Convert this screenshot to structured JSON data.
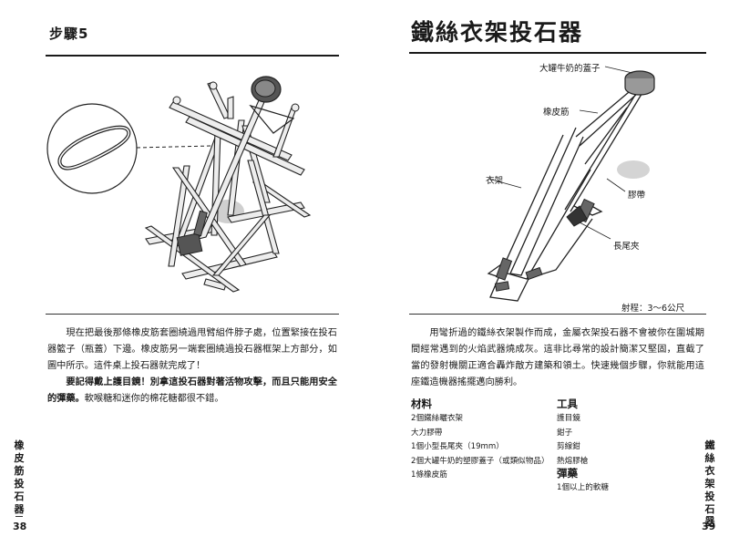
{
  "left_page": {
    "step_title": "步驟5",
    "body_line1": "現在把最後那條橡皮筋套圈繞過甩臂組件脖子處，位置緊接在投石器籃子（瓶蓋）下邊。橡皮筋另一端套圈繞過投石器框架上方部分，如圖中所示。這件桌上投石器就完成了！",
    "body_bold": "要記得戴上護目鏡！別拿這投石器對著活物攻擊，而且只能用安全的彈藥。",
    "body_tail": "軟喉糖和迷你的棉花糖都很不錯。",
    "side_label": "橡皮筋投石器",
    "page_number": "38"
  },
  "right_page": {
    "title": "鐵絲衣架投石器",
    "callouts": {
      "cap": "大罐牛奶的蓋子",
      "rubber": "橡皮筋",
      "hanger": "衣架",
      "tape": "膠帶",
      "clip": "長尾夾"
    },
    "range": "射程：3〜6公尺",
    "intro": "用彎折過的鐵絲衣架製作而成，金屬衣架投石器不會被你在圍城期間經常遇到的火焰武器燒成灰。這非比尋常的設計簡潔又堅固，直截了當的發射機關正適合轟炸敵方建築和領土。快速幾個步驟，你就能用這座鐵造機器搖擺邁向勝利。",
    "materials": {
      "heading": "材料",
      "items": [
        "2個鐵絲曬衣架",
        "大力膠帶",
        "1個小型長尾夾（19mm）",
        "2個大罐牛奶的塑膠蓋子（或類似物品）",
        "1條橡皮筋"
      ]
    },
    "tools": {
      "heading": "工具",
      "items": [
        "護目鏡",
        "鉗子",
        "剪線鉗",
        "熱熔膠槍"
      ]
    },
    "ammo": {
      "heading": "彈藥",
      "items": [
        "1個以上的軟糖"
      ]
    },
    "side_label": "鐵絲衣架投石器",
    "page_number": "39"
  }
}
